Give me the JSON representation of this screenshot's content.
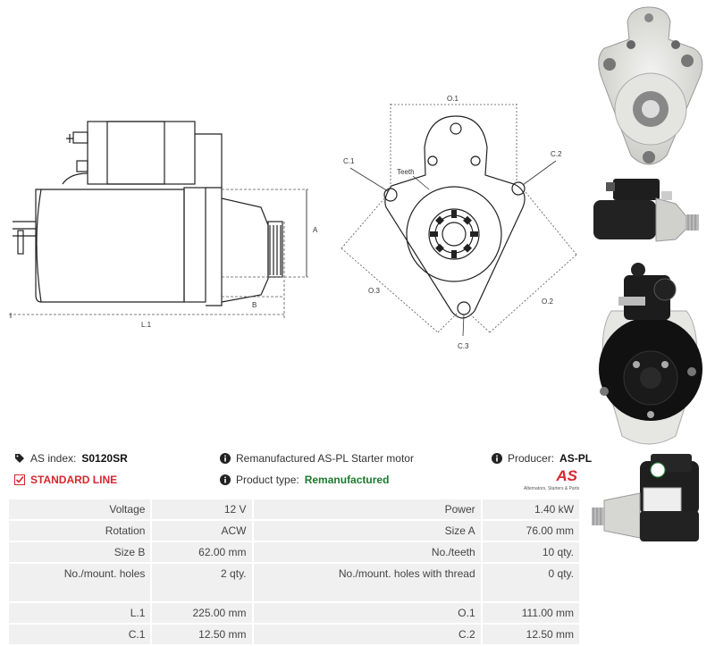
{
  "drawing": {
    "side_labels": {
      "a": "A",
      "b": "B",
      "l1": "L.1"
    },
    "front_labels": {
      "o1": "O.1",
      "o2": "O.2",
      "o3": "O.3",
      "c1": "C.1",
      "c2": "C.2",
      "c3": "C.3",
      "teeth": "Teeth"
    }
  },
  "info": {
    "as_index_label": "AS index:",
    "as_index_value": "S0120SR",
    "description": "Remanufactured AS-PL Starter motor",
    "producer_label": "Producer:",
    "producer_value": "AS-PL",
    "standard_line": "STANDARD LINE",
    "product_type_label": "Product type:",
    "product_type_value": "Remanufactured",
    "logo_text": "AS",
    "logo_tagline": "Alternators, Starters & Parts"
  },
  "specs": {
    "rows": [
      [
        "Voltage",
        "12 V",
        "Power",
        "1.40 kW"
      ],
      [
        "Rotation",
        "ACW",
        "Size A",
        "76.00 mm"
      ],
      [
        "Size B",
        "62.00 mm",
        "No./teeth",
        "10 qty."
      ],
      [
        "No./mount. holes",
        "2 qty.",
        "No./mount. holes with thread",
        "0 qty."
      ],
      [
        "L.1",
        "225.00 mm",
        "O.1",
        "111.00 mm"
      ],
      [
        "C.1",
        "12.50 mm",
        "C.2",
        "12.50 mm"
      ]
    ]
  },
  "colors": {
    "standard_red": "#d7262e",
    "reman_green": "#1d7a2e",
    "cell_bg": "#f0f0f0"
  }
}
